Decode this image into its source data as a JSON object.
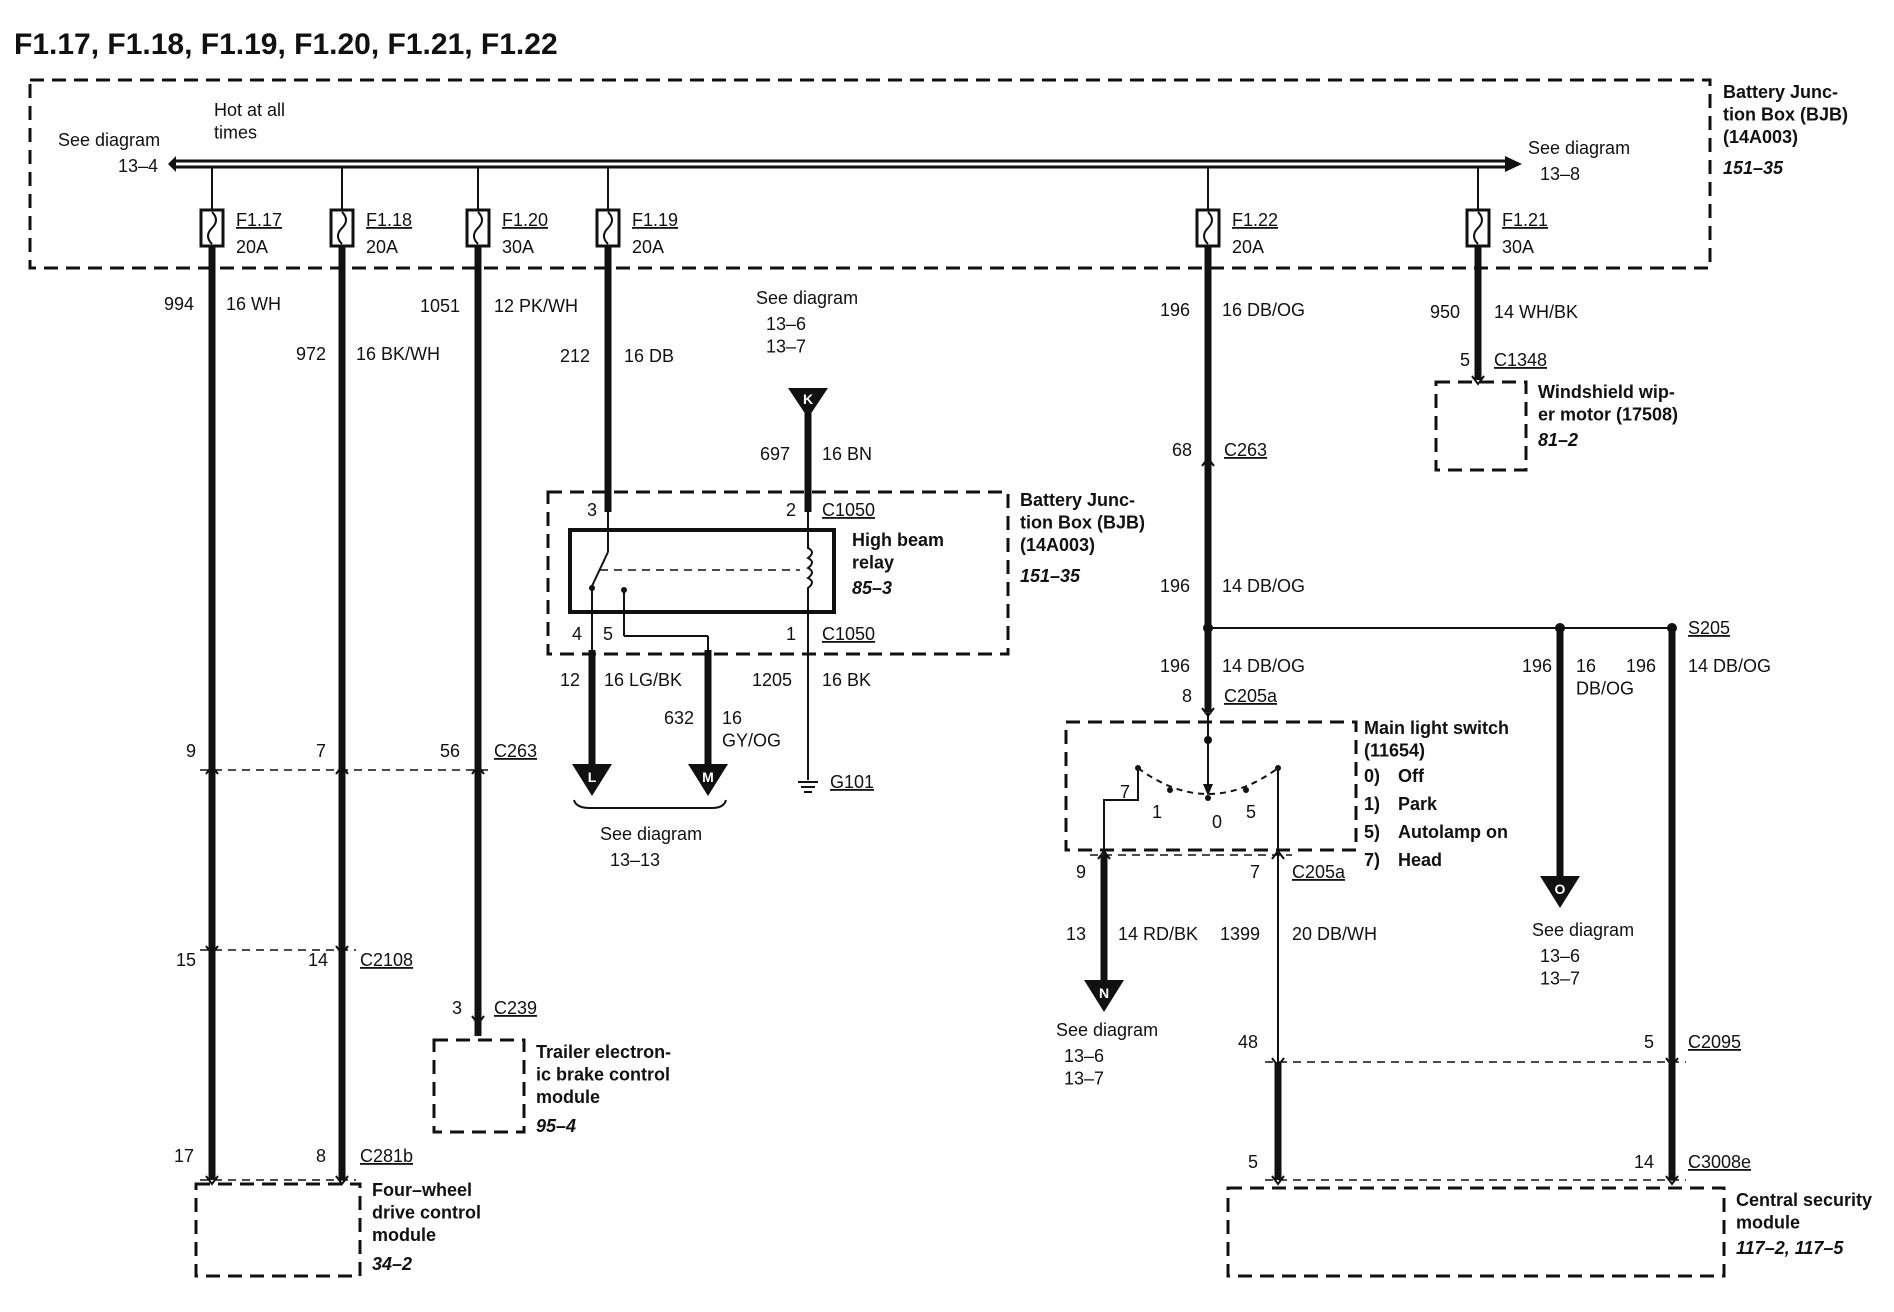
{
  "title": "F1.17, F1.18, F1.19, F1.20, F1.21, F1.22",
  "bjb_top": {
    "name": "Battery Junc-\ntion Box (BJB)\n(14A003)",
    "ref": "151–35"
  },
  "bus": {
    "hot_label": "Hot at all\ntimes",
    "left_ref": "See diagram",
    "left_ref_num": "13–4",
    "right_ref": "See diagram",
    "right_ref_num": "13–8"
  },
  "fuses": [
    {
      "name": "F1.17",
      "rating": "20A"
    },
    {
      "name": "F1.18",
      "rating": "20A"
    },
    {
      "name": "F1.20",
      "rating": "30A"
    },
    {
      "name": "F1.19",
      "rating": "20A"
    },
    {
      "name": "F1.22",
      "rating": "20A"
    },
    {
      "name": "F1.21",
      "rating": "30A"
    }
  ],
  "wires": {
    "w994": {
      "circuit": "994",
      "spec": "16 WH"
    },
    "w972": {
      "circuit": "972",
      "spec": "16 BK/WH"
    },
    "w1051": {
      "circuit": "1051",
      "spec": "12 PK/WH"
    },
    "w212": {
      "circuit": "212",
      "spec": "16 DB"
    },
    "w697": {
      "circuit": "697",
      "spec": "16 BN"
    },
    "w196a": {
      "circuit": "196",
      "spec": "16 DB/OG"
    },
    "w950": {
      "circuit": "950",
      "spec": "14 WH/BK"
    },
    "w196b": {
      "circuit": "196",
      "spec": "14 DB/OG"
    },
    "w196c": {
      "circuit": "196",
      "spec": "14 DB/OG"
    },
    "w196d": {
      "circuit": "196",
      "spec": "16\nDB/OG"
    },
    "w196e": {
      "circuit": "196",
      "spec": "14 DB/OG"
    },
    "w12": {
      "circuit": "12",
      "spec": "16 LG/BK"
    },
    "w632": {
      "circuit": "632",
      "spec": "16\nGY/OG"
    },
    "w1205": {
      "circuit": "1205",
      "spec": "16 BK"
    },
    "w13": {
      "circuit": "13",
      "spec": "14 RD/BK"
    },
    "w1399": {
      "circuit": "1399",
      "spec": "20 DB/WH"
    }
  },
  "connectors": {
    "c1348": {
      "name": "C1348",
      "pin": "5"
    },
    "c263_right": {
      "name": "C263",
      "pin": "68"
    },
    "c1050_top": {
      "name": "C1050",
      "pin_a": "3",
      "pin_b": "2"
    },
    "c1050_bot": {
      "name": "C1050",
      "pin_a": "4",
      "pin_b": "5",
      "pin_c": "1"
    },
    "c263_left": {
      "name": "C263",
      "pin_a": "9",
      "pin_b": "7",
      "pin_c": "56"
    },
    "c2108": {
      "name": "C2108",
      "pin_a": "15",
      "pin_b": "14"
    },
    "c239": {
      "name": "C239",
      "pin": "3"
    },
    "c281b": {
      "name": "C281b",
      "pin_a": "17",
      "pin_b": "8"
    },
    "c205a_top": {
      "name": "C205a",
      "pin": "8"
    },
    "c205a_bot": {
      "name": "C205a",
      "pin_a": "9",
      "pin_b": "7"
    },
    "s205": {
      "name": "S205"
    },
    "c2095": {
      "name": "C2095",
      "pin_a": "48",
      "pin_b": "5"
    },
    "c3008e": {
      "name": "C3008e",
      "pin_a": "5",
      "pin_b": "14"
    },
    "g101": {
      "name": "G101"
    }
  },
  "refs": {
    "k": {
      "letter": "K",
      "label": "See diagram",
      "nums": "13–6\n13–7"
    },
    "lm": {
      "letter_l": "L",
      "letter_m": "M",
      "label": "See diagram",
      "nums": "13–13"
    },
    "n": {
      "letter": "N",
      "label": "See diagram",
      "nums": "13–6\n13–7"
    },
    "o": {
      "letter": "O",
      "label": "See diagram",
      "nums": "13–6\n13–7"
    }
  },
  "components": {
    "wiper": {
      "name": "Windshield wip-\ner motor (17508)",
      "ref": "81–2"
    },
    "bjb_mid": {
      "name": "Battery Junc-\ntion Box (BJB)\n(14A003)",
      "ref": "151–35"
    },
    "relay": {
      "name": "High beam\nrelay",
      "ref": "85–3"
    },
    "trailer": {
      "name": "Trailer electron-\nic brake control\nmodule",
      "ref": "95–4"
    },
    "fourwd": {
      "name": "Four–wheel\ndrive control\nmodule",
      "ref": "34–2"
    },
    "mls": {
      "name": "Main light switch\n(11654)",
      "positions": [
        "0)",
        "Off",
        "1)",
        "Park",
        "5)",
        "Autolamp on",
        "7)",
        "Head"
      ],
      "switch_pins": [
        "7",
        "1",
        "0",
        "5"
      ]
    },
    "csm": {
      "name": "Central security\nmodule",
      "ref": "117–2, 117–5"
    }
  }
}
